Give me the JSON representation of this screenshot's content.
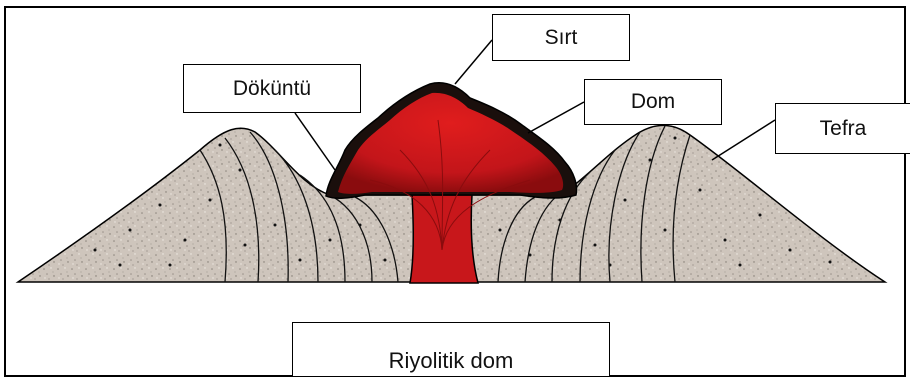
{
  "labels": {
    "sirt": "Sırt",
    "dokuntu": "Döküntü",
    "dom": "Dom",
    "tefra": "Tefra",
    "riyolitik_dom": "Riyolitik dom"
  },
  "colors": {
    "tephra_fill": "#cfc6bd",
    "lava": "#c8171b",
    "lava_dark": "#8a0c0e",
    "rubble": "#1a0f0c",
    "outline": "#000000"
  }
}
